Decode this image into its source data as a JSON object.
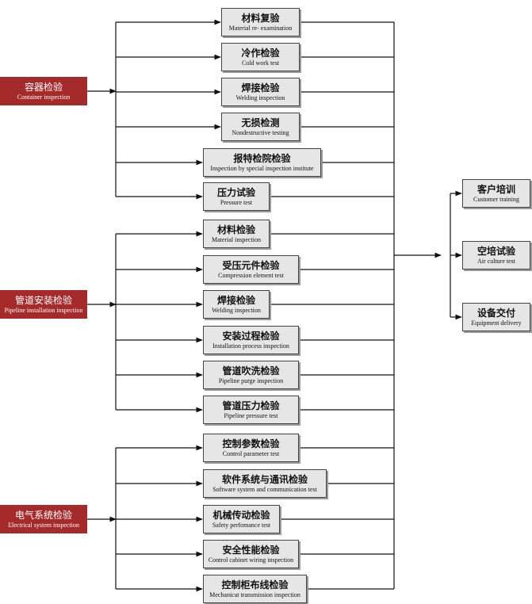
{
  "categories": [
    {
      "zh": "容器检验",
      "en": "Container inspection"
    },
    {
      "zh": "管道安装检验",
      "en": "Pipeline installation inspection"
    },
    {
      "zh": "电气系统检验",
      "en": "Electrical system inspection"
    }
  ],
  "container_steps": [
    {
      "zh": "材料复验",
      "en": "Material re- examination"
    },
    {
      "zh": "冷作检验",
      "en": "Cold work test"
    },
    {
      "zh": "焊接检验",
      "en": "Welding inspection"
    },
    {
      "zh": "无损检测",
      "en": "Nondestructive testing"
    },
    {
      "zh": "报特检院检验",
      "en": "Inspection by special inspection institute"
    },
    {
      "zh": "压力试验",
      "en": "Pressure test"
    }
  ],
  "pipeline_steps": [
    {
      "zh": "材料检验",
      "en": "Material inspection"
    },
    {
      "zh": "受压元件检验",
      "en": "Compression element test"
    },
    {
      "zh": "焊接检验",
      "en": "Welding inspection"
    },
    {
      "zh": "安装过程检验",
      "en": "Installation process inspection"
    },
    {
      "zh": "管道吹洗检验",
      "en": "Pipeline purge inspection"
    },
    {
      "zh": "管道压力检验",
      "en": "Pipeline pressure test"
    }
  ],
  "electrical_steps": [
    {
      "zh": "控制参数检验",
      "en": "Control parameter test"
    },
    {
      "zh": "软件系统与通讯检验",
      "en": "Software system and communication test"
    },
    {
      "zh": "机械传动检验",
      "en": "Safety perfomance test"
    },
    {
      "zh": "安全性能检验",
      "en": "Control cabinet wiring inspection"
    },
    {
      "zh": "控制柜布线检验",
      "en": "Mechanicat transmission inspection"
    }
  ],
  "final_steps": [
    {
      "zh": "客户培训",
      "en": "Customer training"
    },
    {
      "zh": "空培试验",
      "en": "Air culture test"
    },
    {
      "zh": "设备交付",
      "en": "Equipment delivery"
    }
  ],
  "colors": {
    "category_fill": "#a52a2a",
    "box_fill": "#e6e6e6",
    "line": "#111111"
  }
}
